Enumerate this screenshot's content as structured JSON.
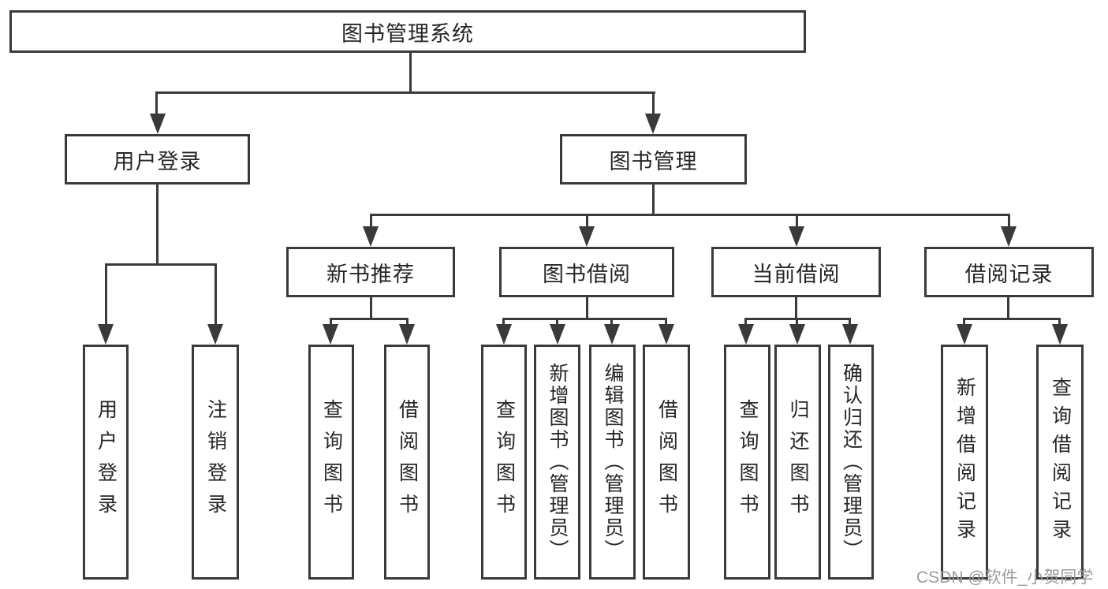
{
  "diagram": {
    "title_box": {
      "label": "图书管理系统"
    },
    "branches": {
      "user_login": {
        "label": "用户登录",
        "children": [
          "用户登录",
          "注销登录"
        ]
      },
      "book_management": {
        "label": "图书管理",
        "sections": {
          "new_book_recommend": {
            "label": "新书推荐",
            "children": [
              "查询图书",
              "借阅图书"
            ]
          },
          "book_borrow": {
            "label": "图书借阅",
            "children": [
              "查询图书",
              "新增图书（管理员）",
              "编辑图书（管理员）",
              "借阅图书"
            ]
          },
          "current_borrow": {
            "label": "当前借阅",
            "children": [
              "查询图书",
              "归还图书",
              "确认归还（管理员）"
            ]
          },
          "borrow_records": {
            "label": "借阅记录",
            "children": [
              "新增借阅记录",
              "查询借阅记录"
            ]
          }
        }
      }
    },
    "watermark": {
      "text": "CSDN @软件_小贺同学"
    },
    "colors": {
      "line": "#3a3a3a",
      "text": "#262626",
      "background": "#ffffff",
      "watermark": "#9b9b9b"
    }
  }
}
